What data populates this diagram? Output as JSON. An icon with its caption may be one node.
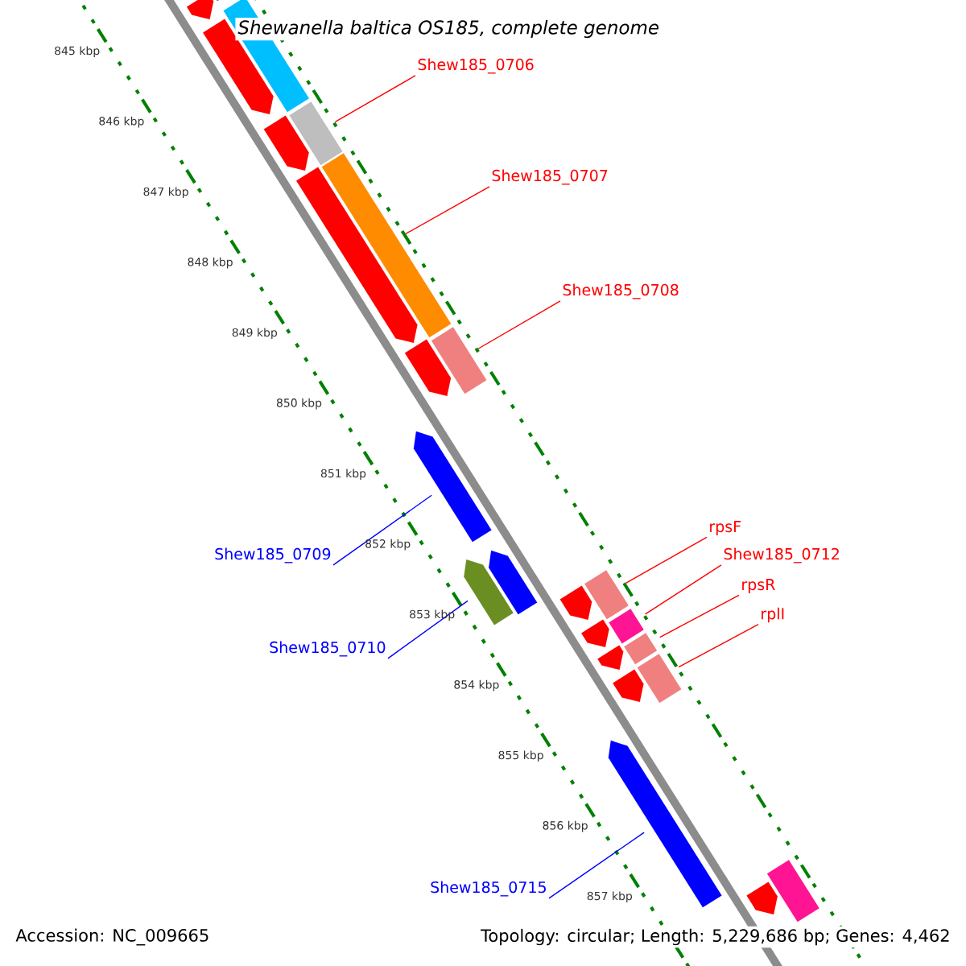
{
  "diagram": {
    "title": "Shewanella baltica OS185, complete genome",
    "nodes": [
      {
        "text": [
          "Shew185_0706"
        ]
      },
      {
        "text": [
          "Shew185_0707"
        ]
      },
      {
        "text": [
          "Shew185_0708"
        ]
      },
      {
        "text": [
          "Shew185_0709"
        ]
      },
      {
        "text": [
          "Shew185_0710"
        ]
      },
      {
        "text": [
          "rpsF"
        ]
      },
      {
        "text": [
          "Shew185_0712"
        ]
      },
      {
        "text": [
          "rpsR"
        ]
      },
      {
        "text": [
          "rplI"
        ]
      },
      {
        "text": [
          "Shew185_0715"
        ]
      },
      {
        "text": [],
        "shape": "arrow"
      },
      {
        "text": [],
        "shape": "bar"
      },
      {
        "text": [],
        "shape": "arrow"
      },
      {
        "text": [],
        "shape": "bar"
      },
      {
        "text": [],
        "shape": "arrow"
      },
      {
        "text": [],
        "shape": "bar"
      },
      {
        "text": [],
        "shape": "arrow"
      },
      {
        "text": [],
        "shape": "bar"
      },
      {
        "text": [],
        "shape": "arrow"
      },
      {
        "text": [],
        "shape": "bar"
      },
      {
        "text": [],
        "shape": "arrow"
      },
      {
        "text": [],
        "shape": "arrow"
      },
      {
        "text": [],
        "shape": "arrow"
      },
      {
        "text": [],
        "shape": "bar"
      },
      {
        "text": [],
        "shape": "arrow"
      },
      {
        "text": [],
        "shape": "bar"
      },
      {
        "text": [],
        "shape": "arrow"
      },
      {
        "text": [],
        "shape": "bar"
      },
      {
        "text": [],
        "shape": "arrow"
      },
      {
        "text": [],
        "shape": "bar"
      },
      {
        "text": [],
        "shape": "arrow"
      },
      {
        "text": [],
        "shape": "arrow"
      },
      {
        "text": [],
        "shape": "arrow"
      },
      {
        "text": [],
        "shape": "bar"
      }
    ],
    "edges": [
      {
        "from": 0,
        "to": 15,
        "arrow": "none"
      },
      {
        "from": 1,
        "to": 17,
        "arrow": "none"
      },
      {
        "from": 2,
        "to": 19,
        "arrow": "none"
      },
      {
        "from": 3,
        "to": 20,
        "arrow": "none",
        "color": "#0000ff"
      },
      {
        "from": 4,
        "to": 21,
        "arrow": "none",
        "color": "#0000ff"
      },
      {
        "from": 5,
        "to": 23,
        "arrow": "none"
      },
      {
        "from": 6,
        "to": 25,
        "arrow": "none"
      },
      {
        "from": 7,
        "to": 27,
        "arrow": "none"
      },
      {
        "from": 8,
        "to": 29,
        "arrow": "none"
      },
      {
        "from": 9,
        "to": 31,
        "arrow": "none",
        "color": "#0000ff"
      }
    ],
    "labels": [
      "845 kbp",
      "846 kbp",
      "847 kbp",
      "848 kbp",
      "849 kbp",
      "850 kbp",
      "851 kbp",
      "852 kbp",
      "853 kbp",
      "854 kbp",
      "855 kbp",
      "856 kbp",
      "857 kbp",
      "Accession: NC_009665",
      "Topology: circular; Length: 5,229,686 bp; Genes: 4,462"
    ]
  }
}
